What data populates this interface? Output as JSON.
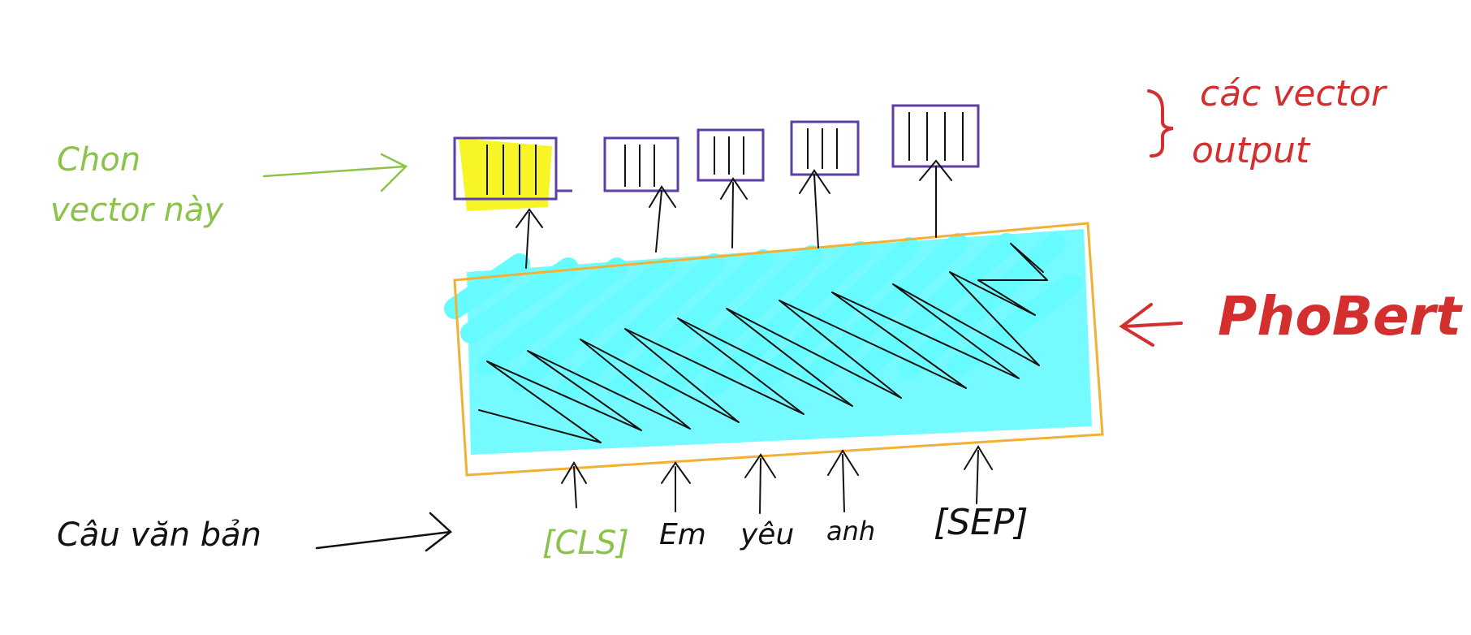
{
  "labels": {
    "choose_line1": "Chon",
    "choose_line2": "vector này",
    "output_line1": "các vector",
    "output_line2": "output",
    "model": "PhoBert",
    "sentence": "Câu văn bản"
  },
  "tokens": [
    "[CLS]",
    "Em",
    "yêu",
    "anh",
    "[SEP]"
  ],
  "colors": {
    "green": "#8bc34a",
    "red": "#d32f2f",
    "ink": "#111111",
    "purple": "#5b3ea6",
    "orange": "#f2b134",
    "cyan": "#66fbff",
    "yellow": "#f7f526"
  }
}
